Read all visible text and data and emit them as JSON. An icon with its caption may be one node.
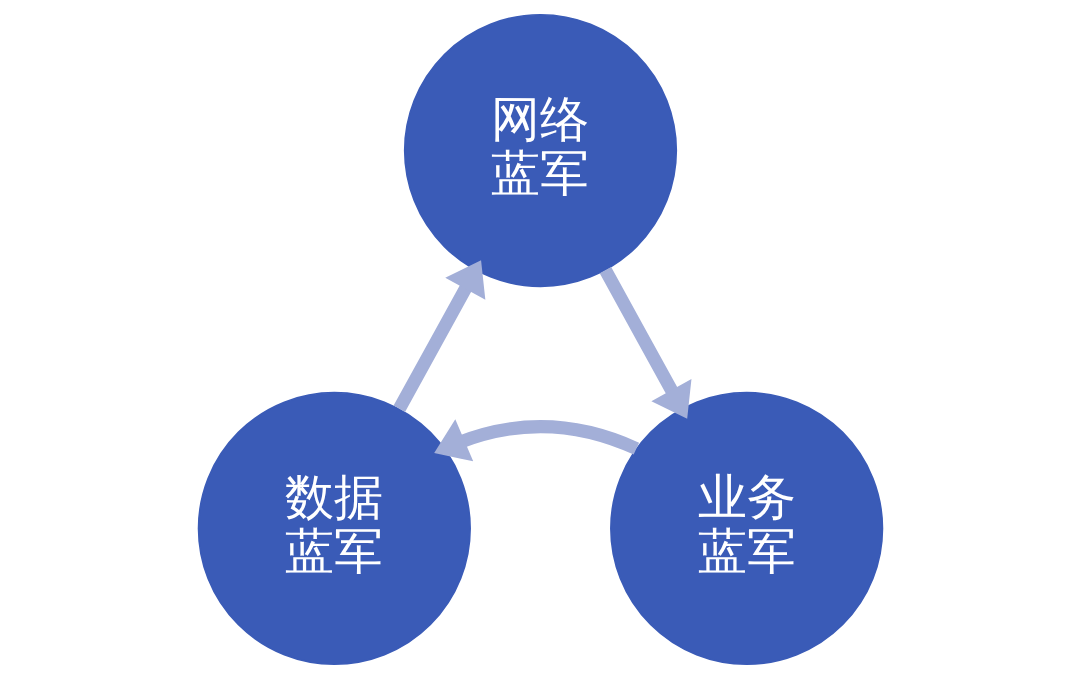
{
  "diagram": {
    "nodes": [
      {
        "text": [
          "网络蓝军"
        ]
      },
      {
        "text": [
          "业务蓝军"
        ]
      },
      {
        "text": [
          "数据蓝军"
        ]
      }
    ],
    "edges": [
      {
        "from": 0,
        "to": 1,
        "arrow": "to"
      },
      {
        "from": 1,
        "to": 2,
        "arrow": "to"
      },
      {
        "from": 2,
        "to": 0,
        "arrow": "to"
      }
    ]
  }
}
